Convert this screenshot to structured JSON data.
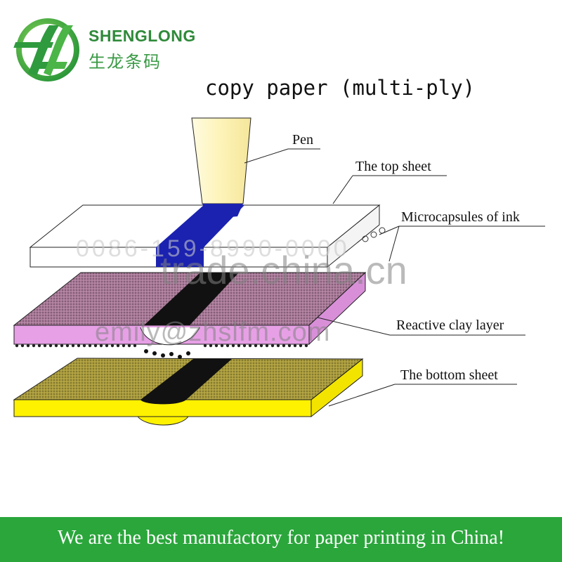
{
  "brand": {
    "name": "SHENGLONG",
    "name_cn": "生龙条码"
  },
  "title": "copy paper (multi-ply)",
  "labels": {
    "pen": "Pen",
    "top_sheet": "The top sheet",
    "microcapsules": "Microcapsules of ink",
    "clay_layer": "Reactive clay layer",
    "bottom_sheet": "The bottom sheet"
  },
  "watermarks": {
    "phone": "0086-159-8990-0000",
    "trade": "trade.china.cn",
    "email": "emily@zhslfm.com"
  },
  "footer": {
    "text": "We are the best manufactory for paper printing in China!"
  },
  "colors": {
    "brand_green": "#2aa63b",
    "ink_blue": "#1b22b0",
    "clay_violet": "#e7a0e6",
    "bottom_yellow": "#fff200",
    "pen_barrel": "#fdf6c6"
  }
}
